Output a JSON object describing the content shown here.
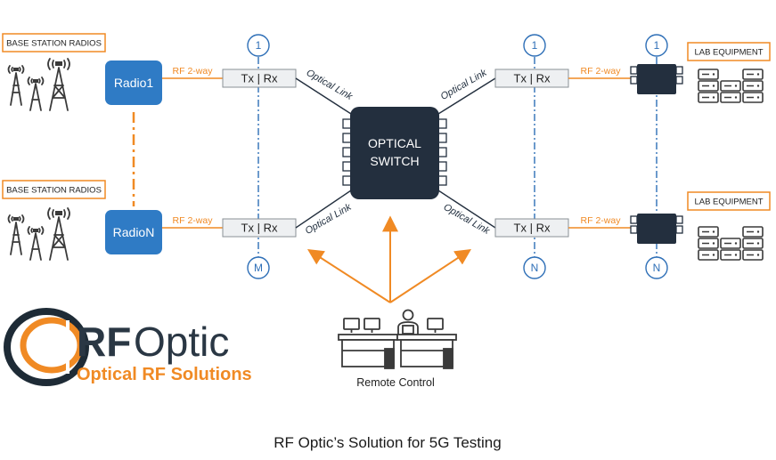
{
  "colors": {
    "orange": "#F08A24",
    "blue": "#2E6FB7",
    "navy": "#232F3E",
    "radio_blue": "#2F7BC5",
    "text": "#222222"
  },
  "left": {
    "label_top": "BASE STATION RADIOS",
    "label_bottom": "BASE STATION RADIOS",
    "radio_top": "Radio1",
    "radio_bottom": "RadioN",
    "rf_top": "RF 2-way",
    "rf_bottom": "RF 2-way",
    "txrx_top": "Tx | Rx",
    "txrx_bottom": "Tx | Rx",
    "port_top": "1",
    "port_bottom": "M"
  },
  "center": {
    "switch_line1": "OPTICAL",
    "switch_line2": "SWITCH",
    "link_tl": "Optical Link",
    "link_tr": "Optical Link",
    "link_bl": "Optical Link",
    "link_br": "Optical Link",
    "remote_label": "Remote Control"
  },
  "right": {
    "label_top": "LAB EQUIPMENT",
    "label_bottom": "LAB EQUIPMENT",
    "rf_top": "RF 2-way",
    "rf_bottom": "RF 2-way",
    "txrx_top": "Tx | Rx",
    "txrx_bottom": "Tx | Rx",
    "port_txrx_top": "1",
    "port_txrx_bottom": "N",
    "port_dev_top": "1",
    "port_dev_bottom": "N"
  },
  "logo": {
    "brand_bold": "RF",
    "brand_light": "Optic",
    "tagline": "Optical RF Solutions"
  },
  "caption": "RF Optic’s Solution for 5G Testing",
  "icons": {
    "towers": "cell-tower-icon",
    "lab": "server-rack-icon",
    "remote": "operator-workstation-icon"
  }
}
